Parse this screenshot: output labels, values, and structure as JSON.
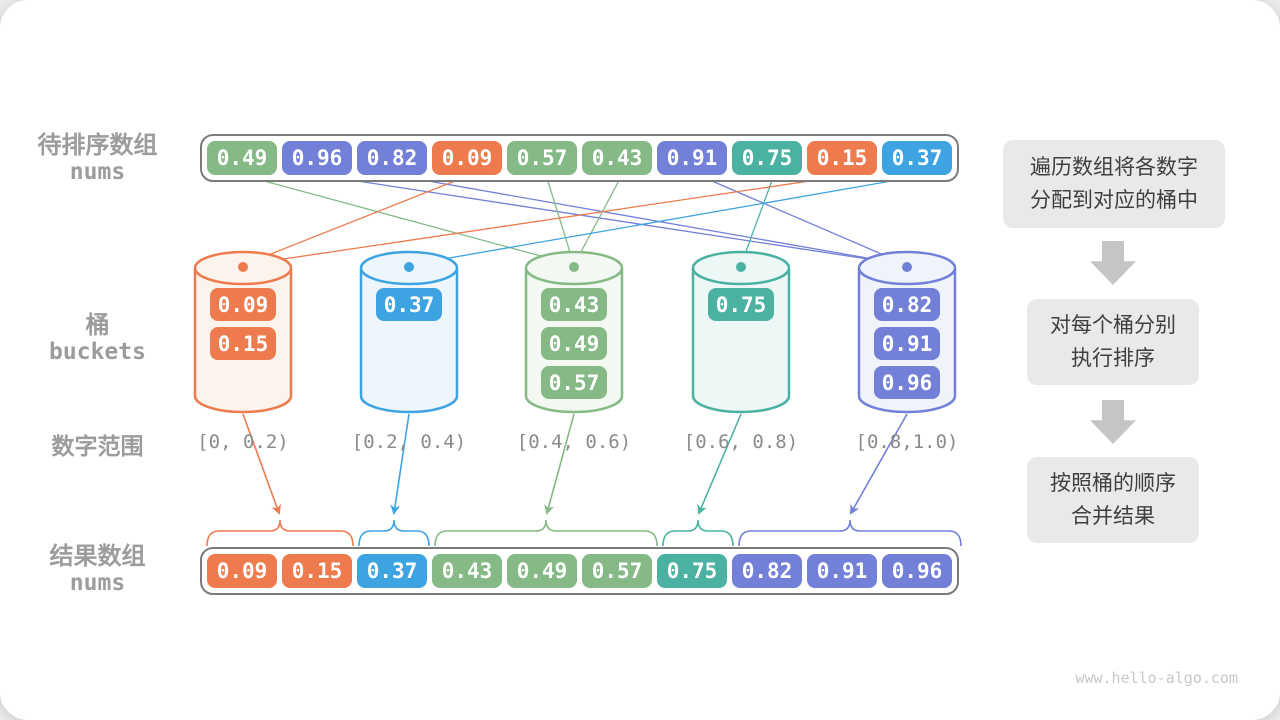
{
  "palette": {
    "orange": "#ee7b4d",
    "orangeLight": "#fdf3ed",
    "sky": "#3ea3e1",
    "skyLight": "#edf6fc",
    "green": "#85b985",
    "greenLight": "#f3f8f3",
    "teal": "#4bb2a2",
    "tealLight": "#edf7f5",
    "indigo": "#7380d8",
    "indigoLight": "#f1f3fb",
    "grayBorder": "#7b7b7b",
    "grayLabel": "#9c9c9c",
    "grayRange": "#8b8b8b",
    "stepBg": "#e9e9e9",
    "stepText": "#3f3f3f",
    "stepArrow": "#c5c5c5",
    "watermark": "#c8c8c8"
  },
  "labels": {
    "source": {
      "zh": "待排序数组",
      "en": "nums"
    },
    "buckets": {
      "zh": "桶",
      "en": "buckets"
    },
    "range": {
      "zh": "数字范围"
    },
    "result": {
      "zh": "结果数组",
      "en": "nums"
    }
  },
  "source": {
    "cells": [
      {
        "value": "0.49",
        "color": "green",
        "bucket": 2
      },
      {
        "value": "0.96",
        "color": "indigo",
        "bucket": 4
      },
      {
        "value": "0.82",
        "color": "indigo",
        "bucket": 4
      },
      {
        "value": "0.09",
        "color": "orange",
        "bucket": 0
      },
      {
        "value": "0.57",
        "color": "green",
        "bucket": 2
      },
      {
        "value": "0.43",
        "color": "green",
        "bucket": 2
      },
      {
        "value": "0.91",
        "color": "indigo",
        "bucket": 4
      },
      {
        "value": "0.75",
        "color": "teal",
        "bucket": 3
      },
      {
        "value": "0.15",
        "color": "orange",
        "bucket": 0
      },
      {
        "value": "0.37",
        "color": "sky",
        "bucket": 1
      }
    ]
  },
  "buckets": [
    {
      "color": "orange",
      "range": "[0, 0.2)",
      "values": [
        "0.09",
        "0.15"
      ]
    },
    {
      "color": "sky",
      "range": "[0.2, 0.4)",
      "values": [
        "0.37"
      ]
    },
    {
      "color": "green",
      "range": "[0.4, 0.6)",
      "values": [
        "0.43",
        "0.49",
        "0.57"
      ]
    },
    {
      "color": "teal",
      "range": "[0.6, 0.8)",
      "values": [
        "0.75"
      ]
    },
    {
      "color": "indigo",
      "range": "[0.8,1.0)",
      "values": [
        "0.82",
        "0.91",
        "0.96"
      ]
    }
  ],
  "result": {
    "cells": [
      {
        "value": "0.09",
        "color": "orange"
      },
      {
        "value": "0.15",
        "color": "orange"
      },
      {
        "value": "0.37",
        "color": "sky"
      },
      {
        "value": "0.43",
        "color": "green"
      },
      {
        "value": "0.49",
        "color": "green"
      },
      {
        "value": "0.57",
        "color": "green"
      },
      {
        "value": "0.75",
        "color": "teal"
      },
      {
        "value": "0.82",
        "color": "indigo"
      },
      {
        "value": "0.91",
        "color": "indigo"
      },
      {
        "value": "0.96",
        "color": "indigo"
      }
    ]
  },
  "steps": [
    {
      "line1": "遍历数组将各数字",
      "line2": "分配到对应的桶中"
    },
    {
      "line1": "对每个桶分别",
      "line2": "执行排序"
    },
    {
      "line1": "按照桶的顺序",
      "line2": "合并结果"
    }
  ],
  "watermark": "www.hello-algo.com"
}
